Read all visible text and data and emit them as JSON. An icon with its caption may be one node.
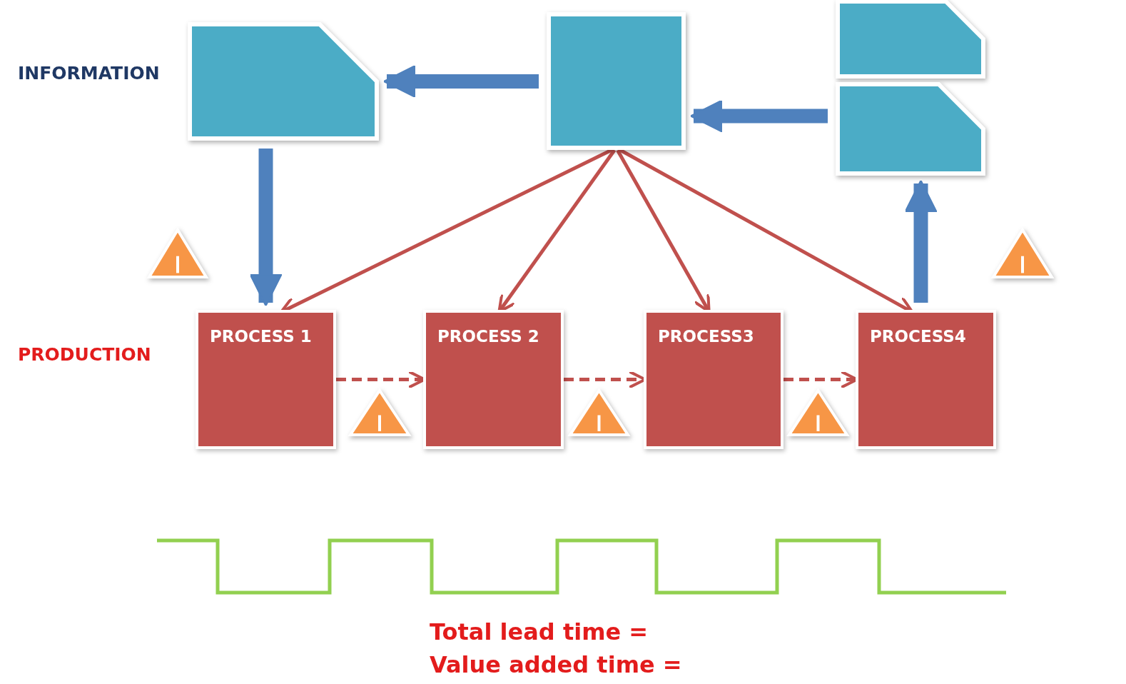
{
  "diagram": {
    "nodes": [
      {
        "text": [],
        "shape": "document"
      },
      {
        "text": [],
        "shape": "box"
      },
      {
        "text": [],
        "shape": "document"
      },
      {
        "text": [],
        "shape": "document"
      },
      {
        "text": [
          "PROCESS 1"
        ]
      },
      {
        "text": [
          "PROCESS 2"
        ]
      },
      {
        "text": [
          "PROCESS3"
        ]
      },
      {
        "text": [
          "PROCESS4"
        ]
      },
      {
        "text": [],
        "shape": "triangle"
      },
      {
        "text": [],
        "shape": "triangle"
      },
      {
        "text": [],
        "shape": "triangle"
      },
      {
        "text": [],
        "shape": "triangle"
      },
      {
        "text": [],
        "shape": "triangle"
      }
    ],
    "edges": [
      {
        "from": 1,
        "to": 0,
        "arrow": "to",
        "style": "thick",
        "color": "#4f81bd"
      },
      {
        "from": 3,
        "to": 1,
        "arrow": "to",
        "style": "thick",
        "color": "#4f81bd"
      },
      {
        "from": 0,
        "to": 4,
        "arrow": "to",
        "style": "thick",
        "color": "#4f81bd"
      },
      {
        "from": 7,
        "to": 3,
        "arrow": "to",
        "style": "thick",
        "color": "#4f81bd"
      },
      {
        "from": 1,
        "to": 4,
        "arrow": "to"
      },
      {
        "from": 1,
        "to": 5,
        "arrow": "to"
      },
      {
        "from": 1,
        "to": 6,
        "arrow": "to"
      },
      {
        "from": 1,
        "to": 7,
        "arrow": "to"
      },
      {
        "from": 4,
        "to": 5,
        "arrow": "to",
        "style": "dashed"
      },
      {
        "from": 5,
        "to": 6,
        "arrow": "to",
        "style": "dashed"
      },
      {
        "from": 6,
        "to": 7,
        "arrow": "to",
        "style": "dashed"
      }
    ],
    "labels": [
      "INFORMATION",
      "PRODUCTION",
      "Total lead time =",
      "Value added time ="
    ]
  }
}
